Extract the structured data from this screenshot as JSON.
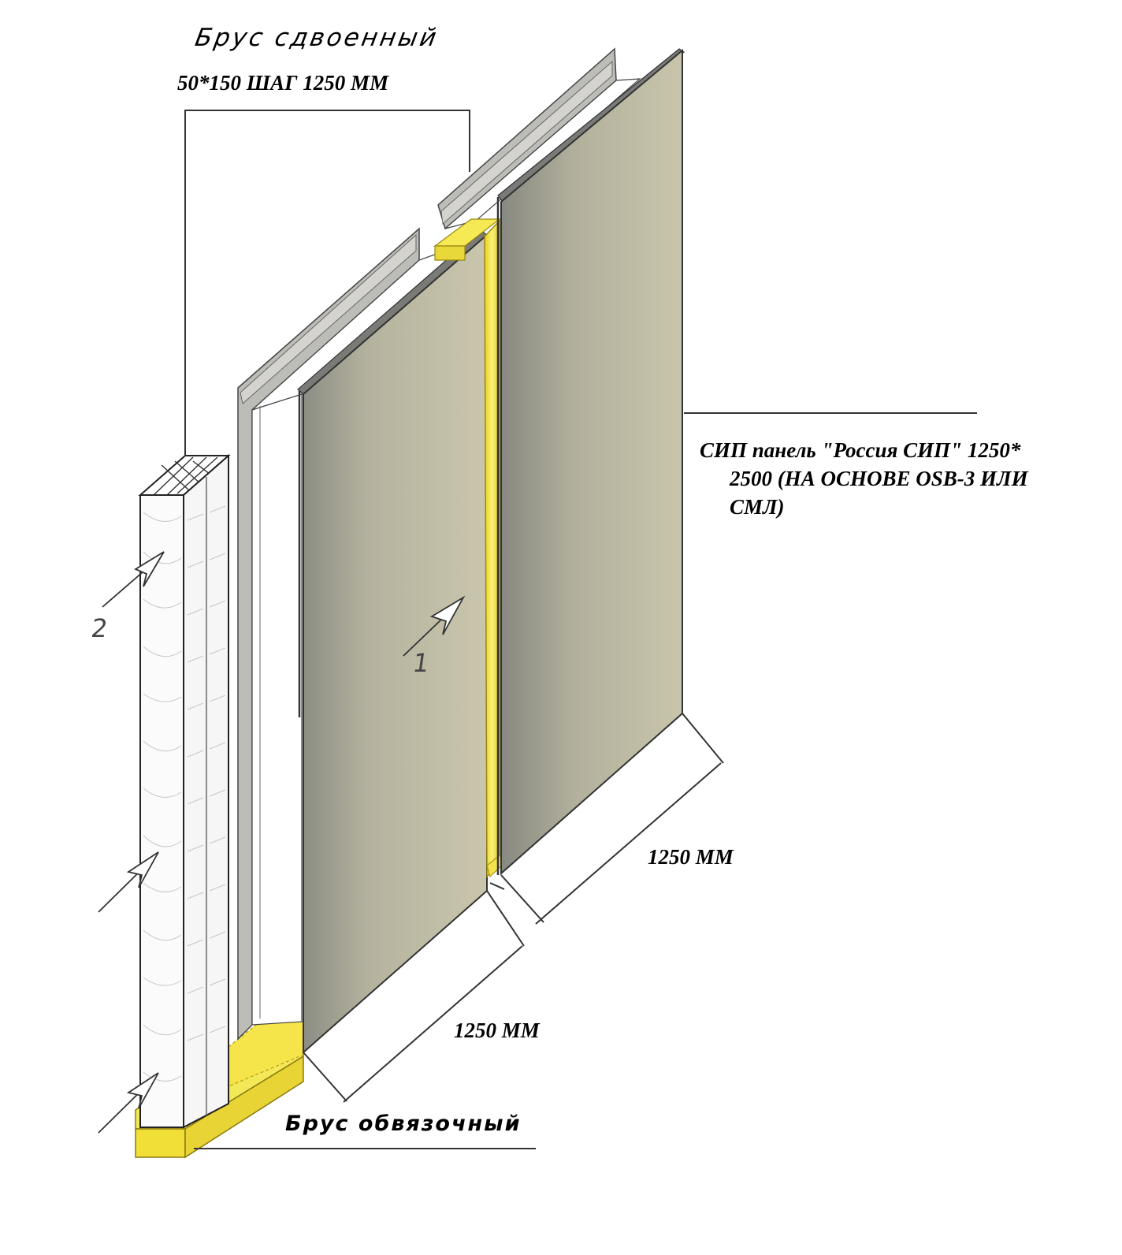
{
  "labels": {
    "double_beam": "Брус сдвоенный",
    "beam_spec": "50*150 ШАГ 1250 ММ",
    "sip_line1": "СИП панель \"Россия СИП\" 1250*",
    "sip_line2": "2500 (НА ОСНОВЕ OSB-3 ИЛИ",
    "sip_line3": "СМЛ)",
    "width_back": "1250 ММ",
    "width_front": "1250 ММ",
    "base_beam": "Брус обвязочный"
  },
  "callouts": {
    "panel": "1",
    "beam": "2"
  },
  "colors": {
    "panel_light": "#c7c4aa",
    "panel_dark": "#8a8a80",
    "panel_edge": "#5c5c58",
    "yellow": "#f2e64a",
    "yellow_dark": "#d9c41a",
    "line": "#2a2a2a"
  }
}
